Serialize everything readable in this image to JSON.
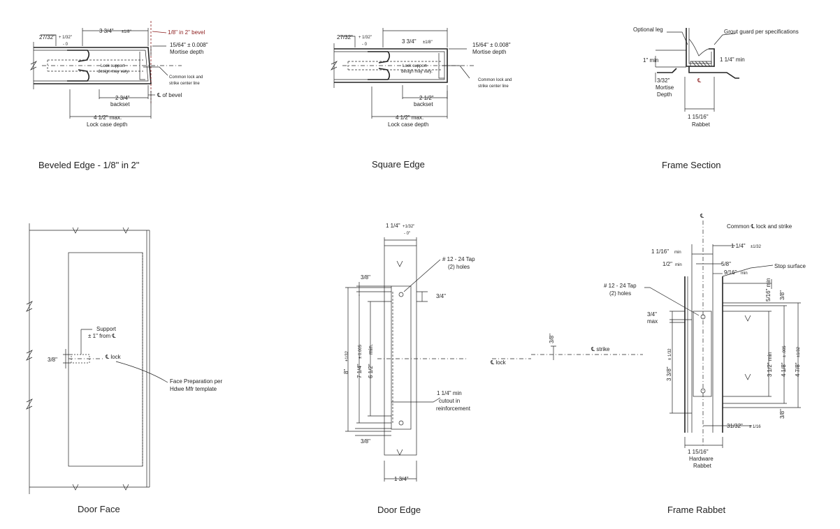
{
  "captions": {
    "beveled": "Beveled Edge - 1/8\" in 2\"",
    "square": "Square Edge",
    "frame_section": "Frame Section",
    "door_face": "Door Face",
    "door_edge": "Door Edge",
    "frame_rabbet": "Frame Rabbet"
  },
  "beveled": {
    "d_27_32": "27/32\"",
    "tol_plus": "+ 1/32\"",
    "tol_minus": "- 0",
    "d_3_3_4": "3 3/4\"",
    "tol_3_3_4": "±1/8\"",
    "bevel": "1/8\" in 2\" bevel",
    "d_15_64": "15/64\" ± 0.008\"",
    "mortise": "Mortise depth",
    "lock_support_1": "Lock support",
    "lock_support_2": "design may vary.",
    "common_1": "Common lock and",
    "common_2": "strike center line",
    "d_2_3_4": "2 3/4\"",
    "backset": "backset",
    "cl_bevel": "℄ of bevel",
    "d_4_1_2": "4 1/2\" max.",
    "lock_case": "Lock case depth"
  },
  "square": {
    "d_27_32": "27/32\"",
    "tol_plus": "+ 1/32\"",
    "tol_minus": "- 0",
    "d_3_3_4": "3 3/4\"",
    "tol_3_3_4": "±1/8\"",
    "d_15_64": "15/64\" ± 0.008\"",
    "mortise": "Mortise depth",
    "lock_support_1": "Lock support",
    "lock_support_2": "design may vary.",
    "common_1": "Common lock and",
    "common_2": "strike center line",
    "d_2_1_2": "2 1/2\"",
    "backset": "backset",
    "d_4_1_2": "4 1/2\" max.",
    "lock_case": "Lock case depth"
  },
  "frame_section": {
    "optional_leg": "Optional leg",
    "grout": "Grout guard per specifications",
    "d_1_min": "1\"  min",
    "d_1_1_4_min": "1 1/4\"  min",
    "d_3_32": "3/32\"",
    "mortise": "Mortise",
    "depth": "Depth",
    "cl": "℄",
    "d_1_15_16": "1 15/16\"",
    "rabbet": "Rabbet"
  },
  "door_face": {
    "support_1": "Support",
    "support_2": "± 1\" from ℄",
    "d_3_8": "3/8\"",
    "cl_lock": "℄ lock",
    "face_prep_1": "Face Preparation per",
    "face_prep_2": "Hdwe Mfr template"
  },
  "door_edge": {
    "d_1_1_4": "1 1/4\"",
    "tol_plus": "+1/32\"",
    "tol_minus": "- 0\"",
    "tap_1": "# 12 - 24 Tap",
    "tap_2": "(2) holes",
    "d_3_8_top": "3/8\"",
    "d_3_4": "3/4\"",
    "d_8": "8\"",
    "tol_8": "±1/32",
    "d_7_1_4": "7 1/4\"",
    "tol_7_1_4": "± 0.005",
    "d_6_1_2": "6 1/2\"",
    "min": "min.",
    "cutout_1": "1 1/4\" min",
    "cutout_2": "cutout in",
    "cutout_3": "reinforcement",
    "d_3_8_bot": "3/8\"",
    "d_1_3_4": "1 3/4\"",
    "cl_lock": "℄  lock",
    "d_3_8_mid": "3/8\"",
    "cl_strike": "℄ strike"
  },
  "frame_rabbet": {
    "cl": "℄",
    "common": "Common ℄ lock and strike",
    "d_1_1_16": "1 1/16\"",
    "min": "min",
    "d_1_1_4": "1 1/4\"",
    "tol_1_1_4": "±1/32",
    "d_1_2": "1/2\"",
    "d_5_8": "5/8\"",
    "d_9_16": "9/16\"",
    "stop_surface": "Stop surface",
    "tap_1": "# 12 - 24 Tap",
    "tap_2": "(2) holes",
    "d_5_16": "5/16\" min",
    "d_3_8_a": "3/8\"",
    "d_3_4": "3/4\"",
    "max": "max",
    "d_3_3_8": "3 3/8\"",
    "tol_3_3_8": "± 1/32",
    "d_3_1_2": "3 1/2\" min",
    "d_4_1_8": "4 1/8\"",
    "tol_4_1_8": "± .005",
    "d_4_7_8": "4 7/8\"",
    "tol_4_7_8": "±1/32",
    "d_3_8_b": "3/8\"",
    "d_31_32": "31/32\"",
    "tol_31_32": "± 1/16",
    "d_1_15_16": "1 15/16\"",
    "hardware": "Hardware",
    "rabbet": "Rabbet"
  }
}
